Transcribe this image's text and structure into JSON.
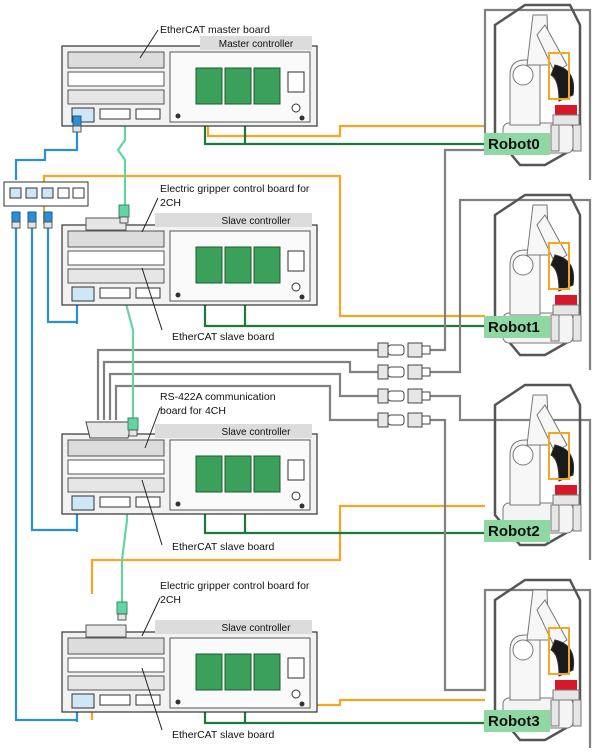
{
  "labels": {
    "ethercat_master_board": "EtherCAT master board",
    "master_controller": "Master controller",
    "electric_gripper_1_line1": "Electric gripper control board for",
    "electric_gripper_1_line2": "2CH",
    "slave_controller_1": "Slave controller",
    "ethercat_slave_board_1": "EtherCAT slave board",
    "rs422a_line1": "RS-422A communication",
    "rs422a_line2": "board for 4CH",
    "slave_controller_2": "Slave controller",
    "ethercat_slave_board_2": "EtherCAT slave board",
    "electric_gripper_2_line1": "Electric gripper control board for",
    "electric_gripper_2_line2": "2CH",
    "slave_controller_3": "Slave controller",
    "ethercat_slave_board_3": "EtherCAT slave board"
  },
  "robots": [
    "Robot0",
    "Robot1",
    "Robot2",
    "Robot3"
  ],
  "colors": {
    "ethercat_cable": "#66d3a4",
    "ethernet_cable": "#2a8fd6",
    "power_cable": "#f5a623",
    "signal_cable": "#1a7a3a",
    "serial_cable": "#808080",
    "robot_label_bg": "#8fd8a4",
    "gripper_red": "#d6182a"
  },
  "icons": [
    "ethernet-hub-icon",
    "controller-unit-icon",
    "robot-arm-icon",
    "serial-connector-icon",
    "db25-connector-icon"
  ]
}
